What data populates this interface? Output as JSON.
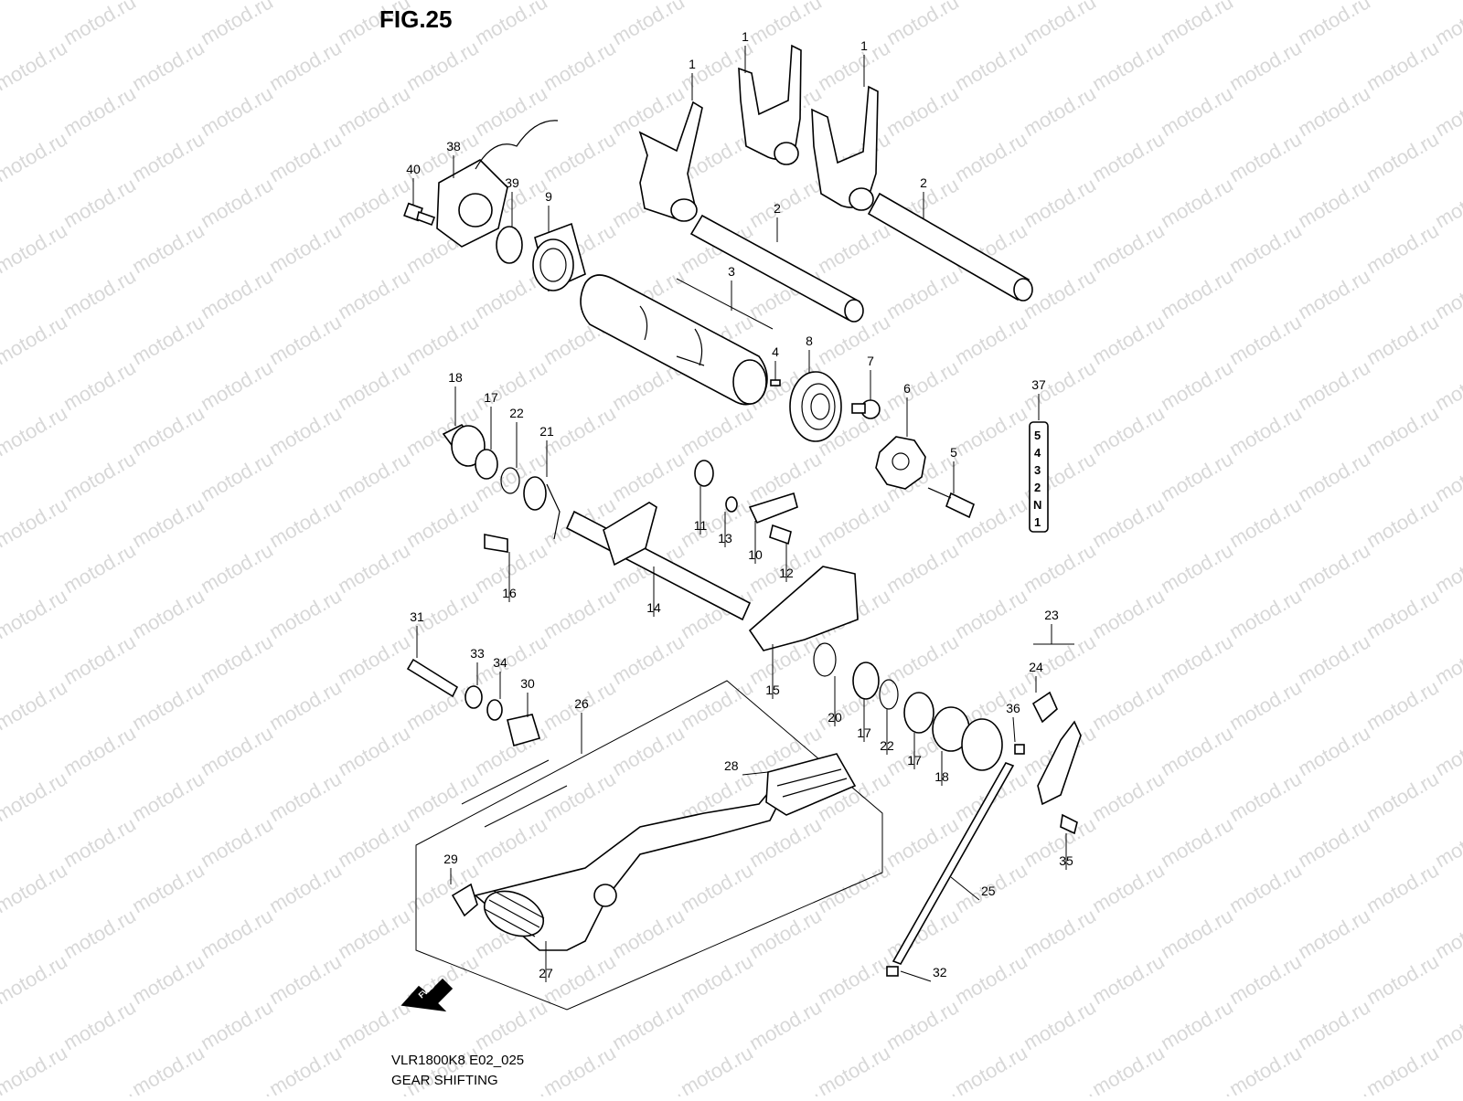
{
  "figure": {
    "title": "FIG.25",
    "model_code": "VLR1800K8 E02_025",
    "caption": "GEAR SHIFTING",
    "watermark": "motod.ru",
    "fwd_label": "FWD",
    "gear_indicator": [
      "5",
      "4",
      "3",
      "2",
      "N",
      "1"
    ]
  },
  "callouts": [
    "1",
    "2",
    "3",
    "4",
    "5",
    "6",
    "7",
    "8",
    "9",
    "10",
    "11",
    "12",
    "13",
    "14",
    "15",
    "16",
    "17",
    "18",
    "20",
    "21",
    "22",
    "23",
    "24",
    "25",
    "26",
    "27",
    "28",
    "29",
    "30",
    "31",
    "32",
    "33",
    "34",
    "35",
    "36",
    "37",
    "38",
    "39",
    "40"
  ]
}
